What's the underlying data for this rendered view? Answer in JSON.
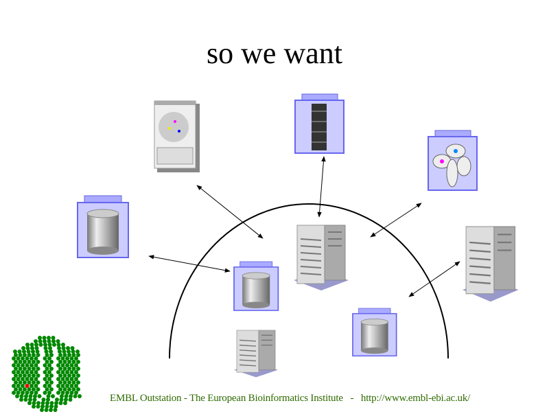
{
  "title": "so we want",
  "footer": {
    "institute": "EMBL Outstation - The European Bioinformatics Institute",
    "separator": "-",
    "url": "http://www.embl-ebi.ac.uk/"
  },
  "logo": {
    "name": "EBI logo"
  },
  "colors": {
    "box_fill": "#ccccff",
    "box_border": "#6666ee",
    "footer_text": "#2f6b00",
    "logo_green": "#008800"
  }
}
